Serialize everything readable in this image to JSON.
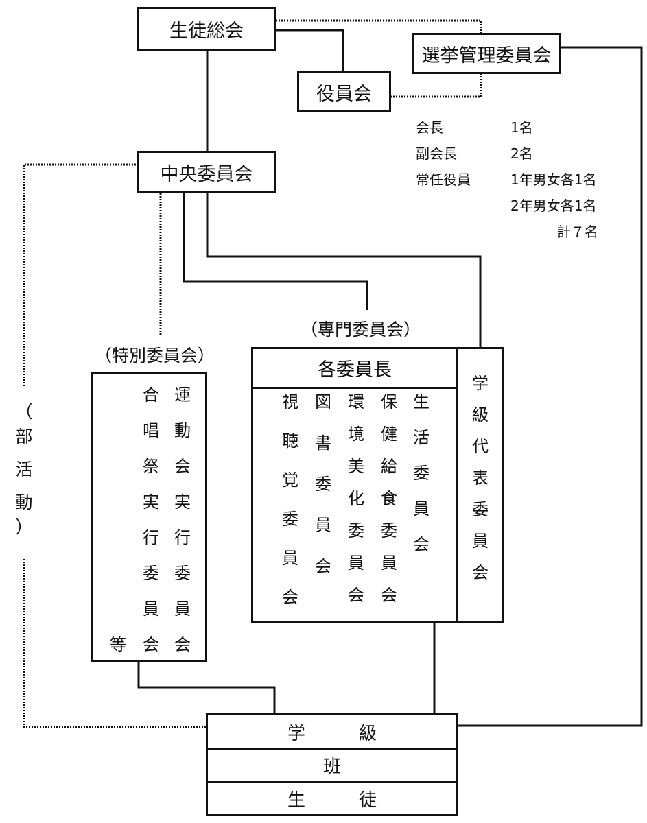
{
  "nodes": {
    "general_assembly": "生徒総会",
    "officers": "役員会",
    "election": "選挙管理委員会",
    "central": "中央委員会"
  },
  "officer_list": [
    {
      "role": "会長",
      "count": "1名"
    },
    {
      "role": "副会長",
      "count": "2名"
    },
    {
      "role": "常任役員",
      "count": "1年男女各1名"
    },
    {
      "role": "",
      "count": "2年男女各1名"
    }
  ],
  "officer_total": "計７名",
  "special": {
    "caption": "（特別委員会）",
    "columns": [
      [
        "運",
        "動",
        "会",
        "実",
        "行",
        "委",
        "員",
        "会"
      ],
      [
        "合",
        "唱",
        "祭",
        "実",
        "行",
        "委",
        "員",
        "会"
      ],
      [
        "等"
      ]
    ]
  },
  "standing": {
    "caption": "（専門委員会）",
    "header": "各委員長",
    "columns": [
      [
        "生",
        "活",
        "委",
        "員",
        "会"
      ],
      [
        "保",
        "健",
        "給",
        "食",
        "委",
        "員",
        "会"
      ],
      [
        "環",
        "境",
        "美",
        "化",
        "委",
        "員",
        "会"
      ],
      [
        "図",
        "書",
        "委",
        "員",
        "会"
      ],
      [
        "視",
        "聴",
        "覚",
        "委",
        "員",
        "会"
      ]
    ]
  },
  "class_rep": [
    "学",
    "級",
    "代",
    "表",
    "委",
    "員",
    "会"
  ],
  "club": [
    "（",
    "部",
    "活",
    "動",
    "）"
  ],
  "bottom": {
    "class": "学　　　級",
    "group": "班",
    "students": "生　　　徒"
  }
}
